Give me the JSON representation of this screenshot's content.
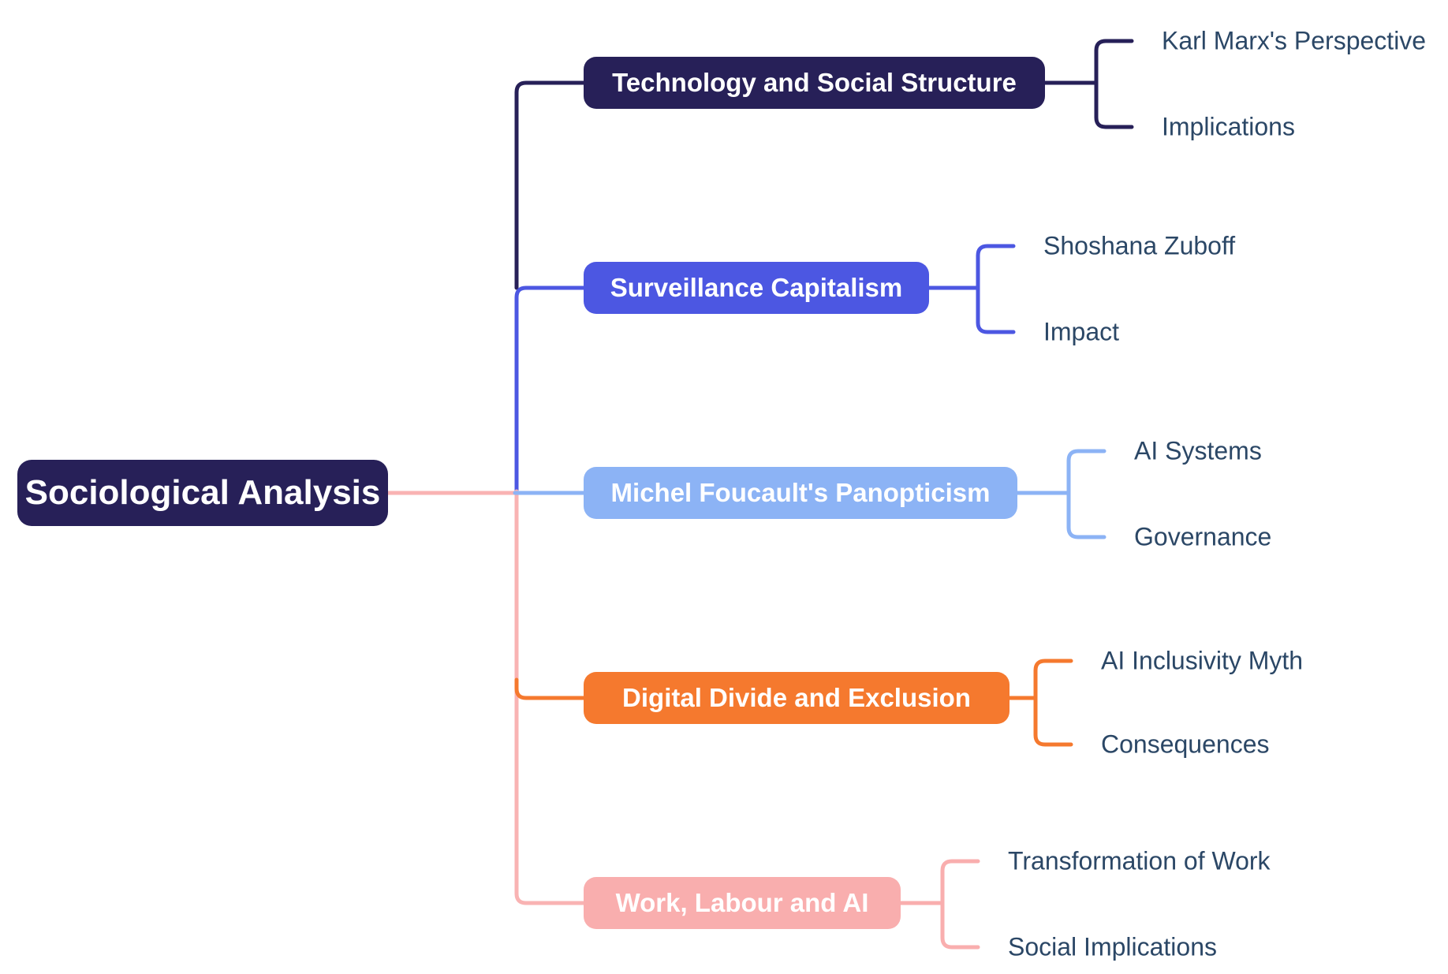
{
  "title": "Sociological Analysis mind map",
  "colors": {
    "background": "#ffffff",
    "leaf_text": "#2b4766",
    "root_link": "#f9b3b3"
  },
  "root": {
    "label": "Sociological Analysis",
    "color": "#272058",
    "text_color": "#ffffff"
  },
  "branches": [
    {
      "label": "Technology and Social Structure",
      "color": "#272058",
      "children": [
        {
          "label": "Karl Marx's Perspective"
        },
        {
          "label": "Implications"
        }
      ]
    },
    {
      "label": "Surveillance Capitalism",
      "color": "#4c57e2",
      "children": [
        {
          "label": "Shoshana Zuboff"
        },
        {
          "label": "Impact"
        }
      ]
    },
    {
      "label": "Michel Foucault's Panopticism",
      "color": "#8cb3f5",
      "children": [
        {
          "label": "AI Systems"
        },
        {
          "label": "Governance"
        }
      ]
    },
    {
      "label": "Digital Divide and Exclusion",
      "color": "#f5792e",
      "children": [
        {
          "label": "AI Inclusivity Myth"
        },
        {
          "label": "Consequences"
        }
      ]
    },
    {
      "label": "Work, Labour and AI",
      "color": "#f9aeae",
      "children": [
        {
          "label": "Transformation of Work"
        },
        {
          "label": "Social Implications"
        }
      ]
    }
  ]
}
